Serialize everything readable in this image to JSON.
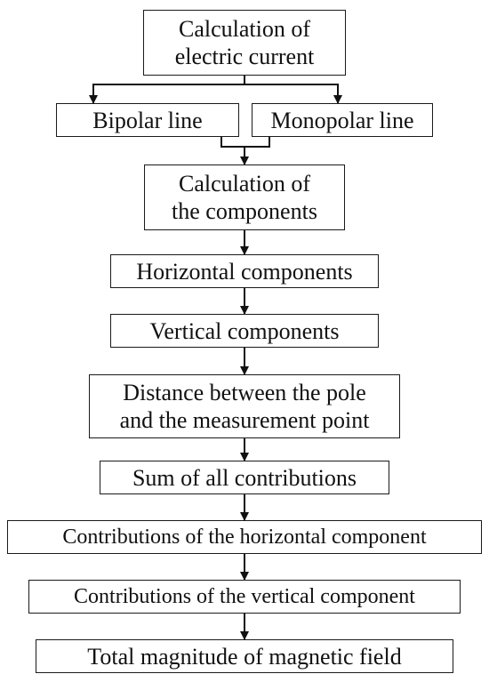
{
  "diagram": {
    "nodes": [
      {
        "id": "calc-current",
        "lines": [
          "Calculation of",
          "electric current"
        ]
      },
      {
        "id": "bipolar-line",
        "lines": [
          "Bipolar line"
        ]
      },
      {
        "id": "monopolar-line",
        "lines": [
          "Monopolar line"
        ]
      },
      {
        "id": "calc-components",
        "lines": [
          "Calculation of",
          "the components"
        ]
      },
      {
        "id": "horizontal-components",
        "lines": [
          "Horizontal components"
        ]
      },
      {
        "id": "vertical-components",
        "lines": [
          "Vertical components"
        ]
      },
      {
        "id": "distance",
        "lines": [
          "Distance between the pole",
          "and the measurement point"
        ]
      },
      {
        "id": "sum-contributions",
        "lines": [
          "Sum of all contributions"
        ]
      },
      {
        "id": "contrib-horizontal",
        "lines": [
          "Contributions of the horizontal component"
        ]
      },
      {
        "id": "contrib-vertical",
        "lines": [
          "Contributions of the vertical component"
        ]
      },
      {
        "id": "total-magnitude",
        "lines": [
          "Total magnitude of magnetic field"
        ]
      }
    ],
    "edges": [
      {
        "from": "calc-current",
        "to": "bipolar-line"
      },
      {
        "from": "calc-current",
        "to": "monopolar-line"
      },
      {
        "from": "bipolar-line",
        "to": "calc-components"
      },
      {
        "from": "monopolar-line",
        "to": "calc-components"
      },
      {
        "from": "calc-components",
        "to": "horizontal-components"
      },
      {
        "from": "horizontal-components",
        "to": "vertical-components"
      },
      {
        "from": "vertical-components",
        "to": "distance"
      },
      {
        "from": "distance",
        "to": "sum-contributions"
      },
      {
        "from": "sum-contributions",
        "to": "contrib-horizontal"
      },
      {
        "from": "contrib-horizontal",
        "to": "contrib-vertical"
      },
      {
        "from": "contrib-vertical",
        "to": "total-magnitude"
      }
    ]
  }
}
